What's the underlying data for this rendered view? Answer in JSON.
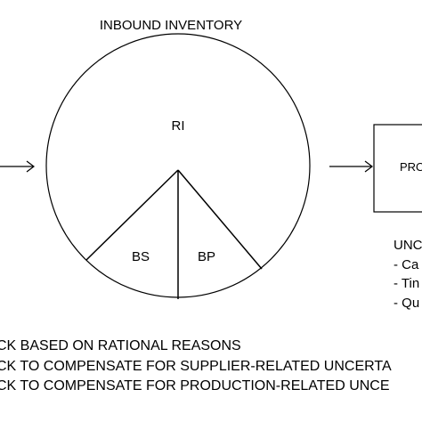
{
  "title": "INBOUND INVENTORY",
  "circle_labels": {
    "ri": "RI",
    "bs": "BS",
    "bp": "BP"
  },
  "process_box_label": "PRO",
  "uncertainty": {
    "heading": "UNC",
    "items": [
      "- Ca",
      "- Tin",
      "- Qu"
    ]
  },
  "legend": [
    "CK BASED ON RATIONAL REASONS",
    "CK TO COMPENSATE FOR SUPPLIER-RELATED UNCERTA",
    "CK TO COMPENSATE FOR PRODUCTION-RELATED UNCE"
  ],
  "colors": {
    "stroke": "#000000",
    "background": "#ffffff"
  }
}
